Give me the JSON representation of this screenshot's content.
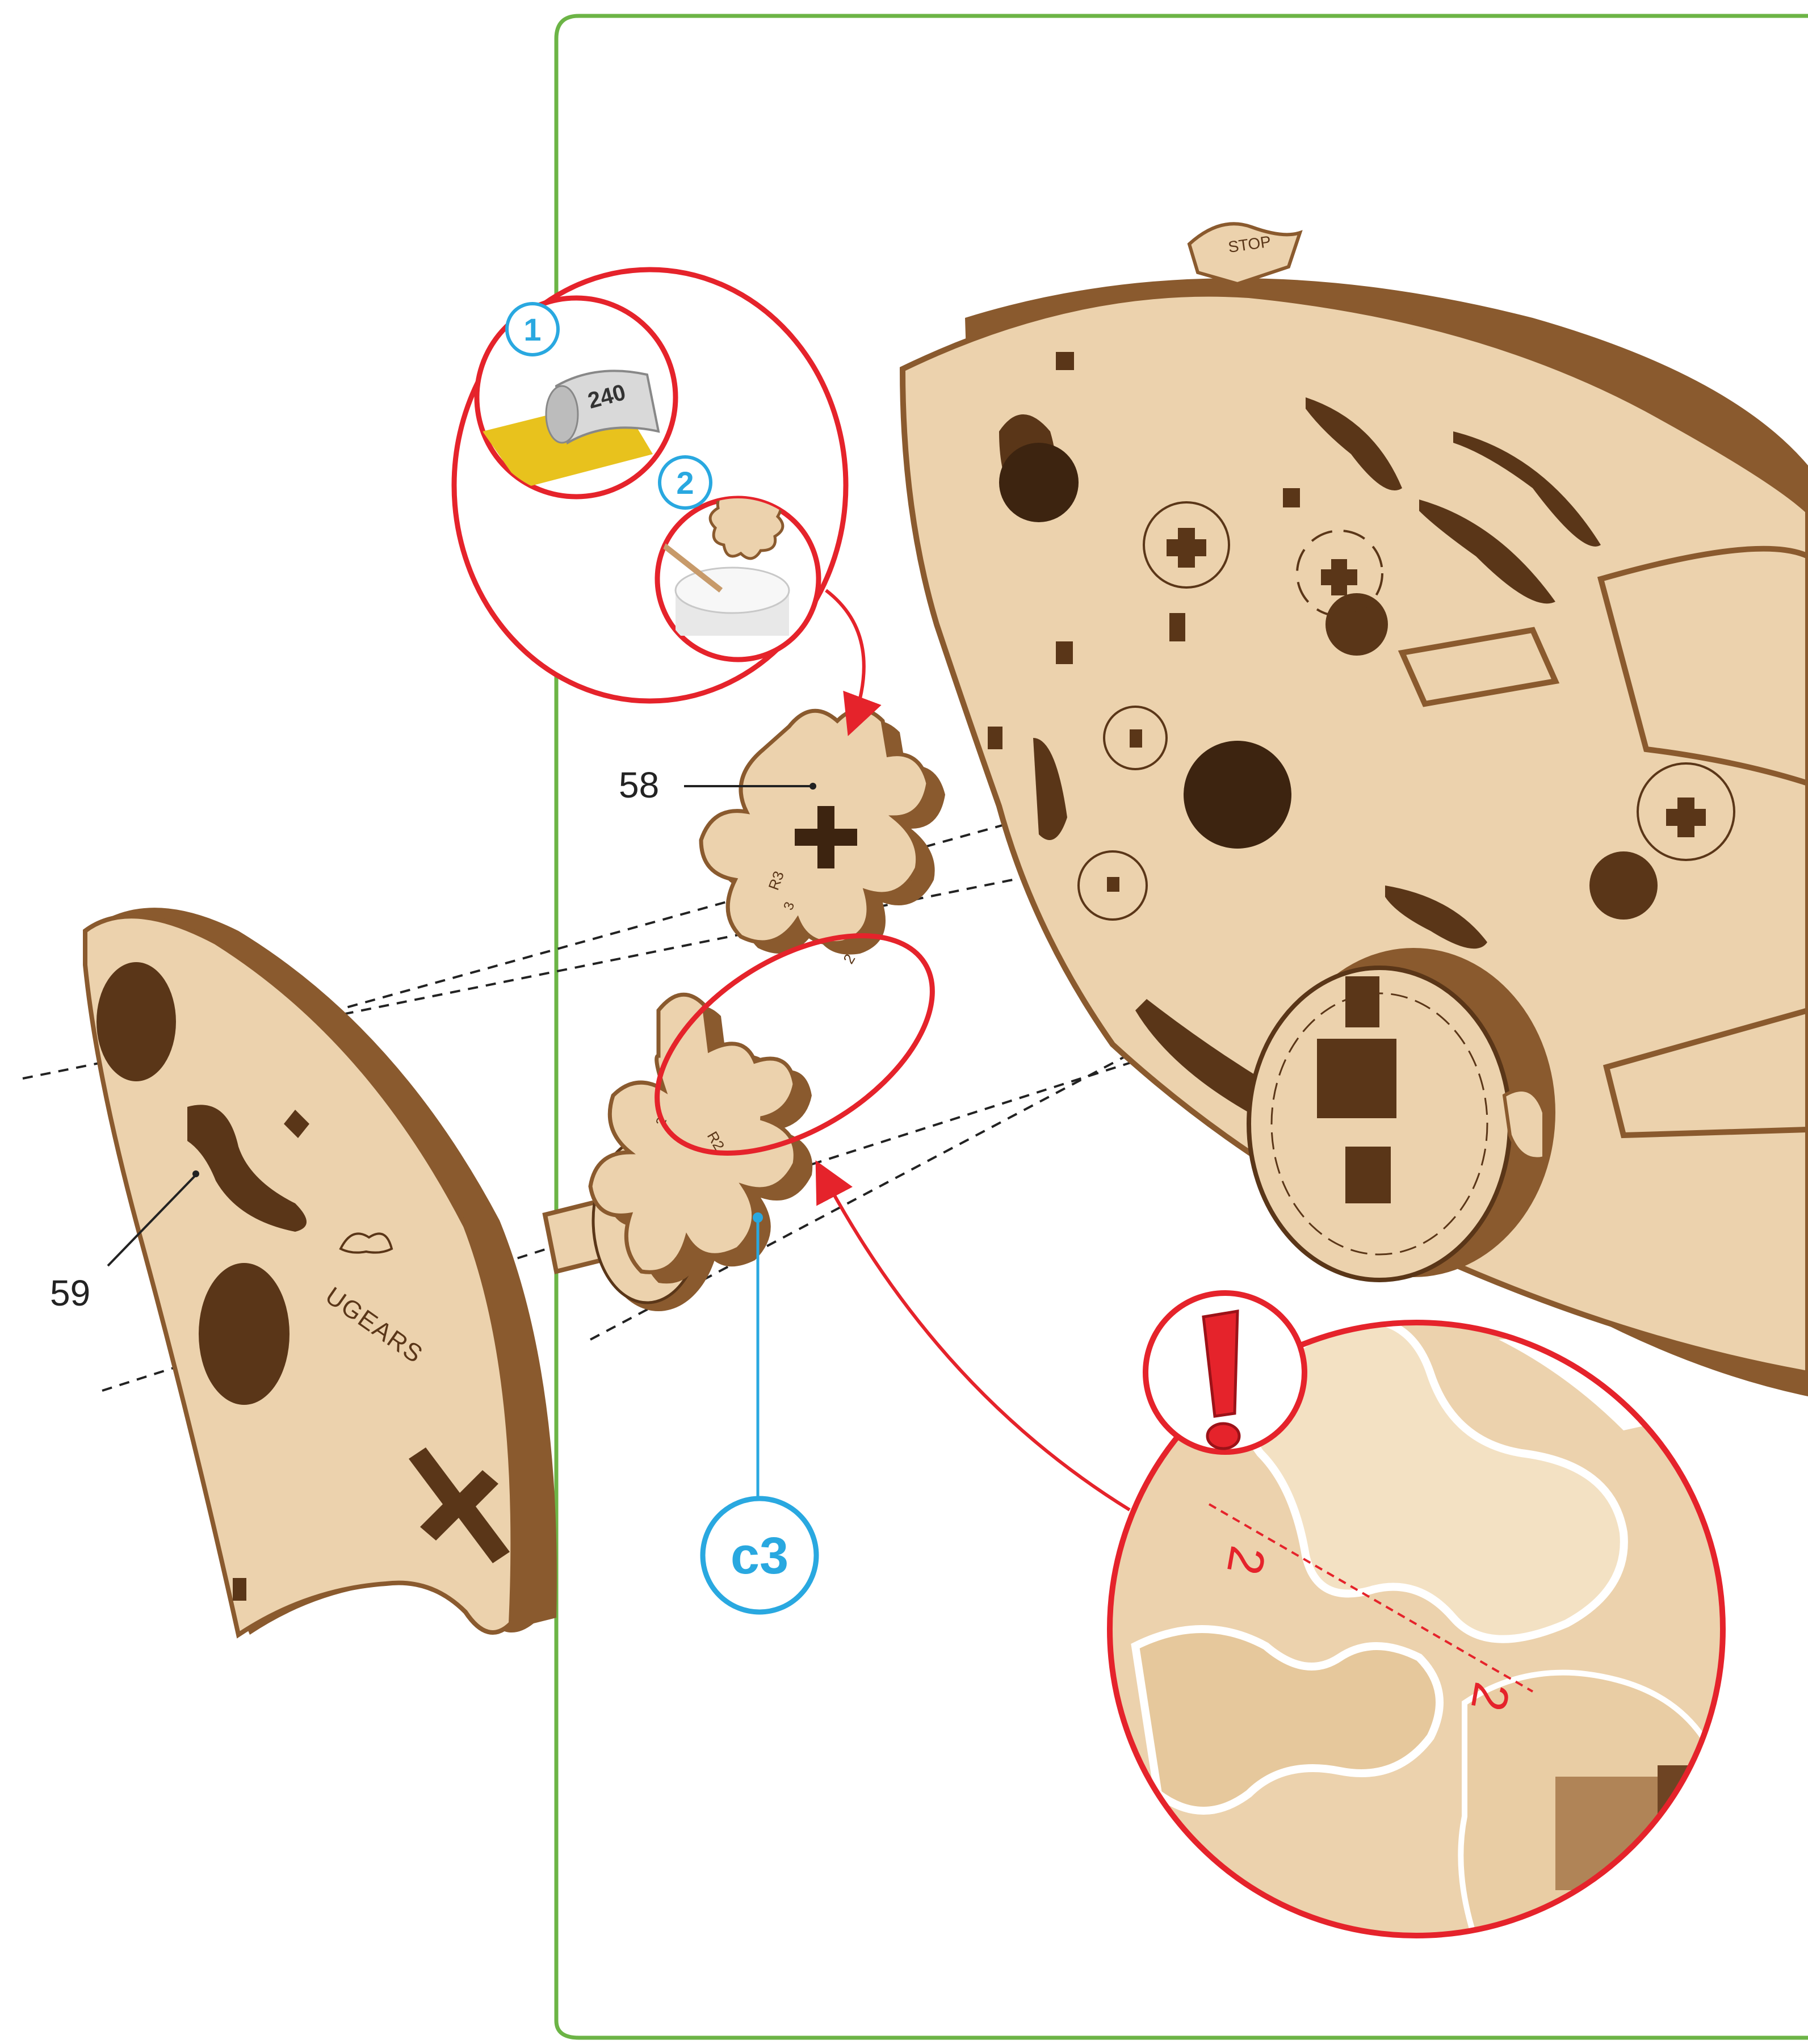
{
  "colors": {
    "frame_border": "#6cb446",
    "callout_red": "#e5232b",
    "step_blue": "#29a8e0",
    "wood_face": "#ecd2ad",
    "wood_edge": "#8a5a2e",
    "wood_dark": "#5a3618",
    "background": "#ffffff"
  },
  "labels": {
    "part_58": "58",
    "part_59": "59"
  },
  "steps": {
    "step_1": "1",
    "step_2": "2",
    "assembly_step": "c3"
  },
  "engravings": {
    "sandpaper_grit": "240",
    "brand": "UGEARS",
    "stop": "STOP",
    "gear_58_marks": [
      "R3",
      "3",
      "2"
    ],
    "gear_c3_marks": [
      "R2",
      "2"
    ],
    "zoom_marks": [
      "2",
      "2"
    ]
  },
  "icons": {
    "prep_sanding": "sandpaper-roll-icon",
    "prep_wax": "wax-candle-gear-icon",
    "attention": "exclamation-icon"
  }
}
